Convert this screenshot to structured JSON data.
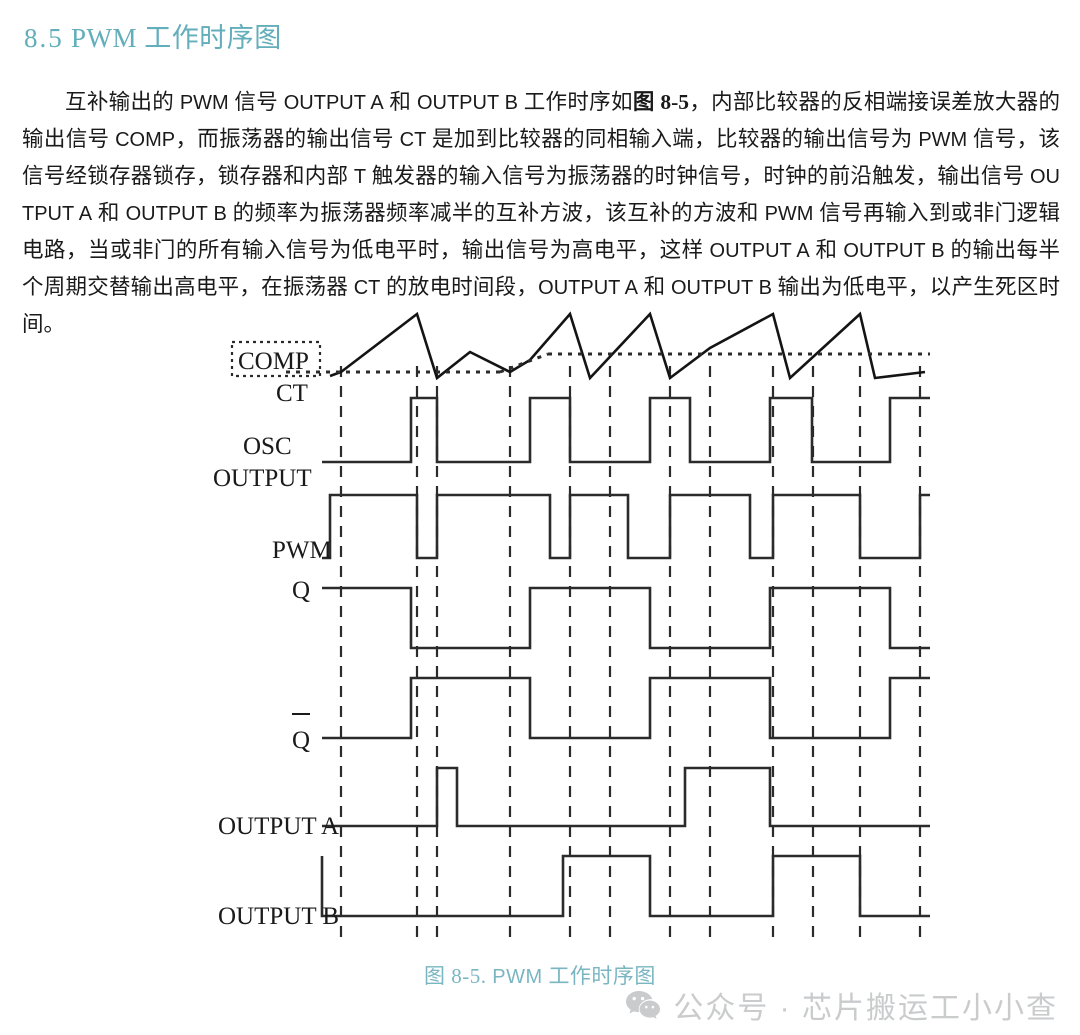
{
  "heading": {
    "number": "8.5",
    "text": "PWM 工作时序图",
    "color": "#63aebb"
  },
  "paragraph": {
    "full_text": "互补输出的 PWM 信号 OUTPUT A 和 OUTPUT B 工作时序如图 8-5，内部比较器的反相端接误差放大器的输出信号 COMP，而振荡器的输出信号 CT 是加到比较器的同相输入端，比较器的输出信号为 PWM 信号，该信号经锁存器锁存，锁存器和内部 T 触发器的输入信号为振荡器的时钟信号，时钟的前沿触发，输出信号 OUTPUT A 和 OUTPUT B 的频率为振荡器频率减半的互补方波，该互补的方波和 PWM 信号再输入到或非门逻辑电路，当或非门的所有输入信号为低电平时，输出信号为高电平，这样 OUTPUT A 和 OUTPUT B 的输出每半个周期交替输出高电平，在振荡器 CT 的放电时间段，OUTPUT A 和 OUTPUT B 输出为低电平，以产生死区时间。",
    "seg1": "互补输出的 ",
    "seg2": "PWM",
    "seg3": " 信号 ",
    "seg4": "OUTPUT A",
    "seg5": " 和 ",
    "seg6": "OUTPUT B",
    "seg7": " 工作时序如",
    "figref": "图 8-5",
    "seg8": "，内部比较器的反相端接误差放大器的输出信号 ",
    "seg9": "COMP",
    "seg10": "，而振荡器的输出信号 ",
    "seg11": "CT",
    "seg12": " 是加到比较器的同相输入端，比较器的输出信号为 ",
    "seg13": "PWM",
    "seg14": " 信号，该信号经锁存器锁存，锁存器和内部 ",
    "seg15": "T",
    "seg16": " 触发器的输入信号为振荡器的时钟信号，时钟的前沿触发，输出信号 ",
    "seg17": "OUTPUT A",
    "seg18": " 和 ",
    "seg19": "OUTPUT B",
    "seg20": " 的频率为振荡器频率减半的互补方波，该互补的方波和 ",
    "seg21": "PWM",
    "seg22": " 信号再输入到或非门逻辑电路，当或非门的所有输入信号为低电平时，输出信号为高电平，这样 ",
    "seg23": "OUTPUT A",
    "seg24": " 和 ",
    "seg25": "OUTPUT B",
    "seg26": " 的输出每半个周期交替输出高电平，在振荡器 ",
    "seg27": "CT",
    "seg28": " 的放电时间段，",
    "seg29": "OUTPUT A",
    "seg30": " 和 ",
    "seg31": "OUTPUT B",
    "seg32": " 输出为低电平，以产生死区时间。"
  },
  "figure": {
    "caption_num": "图 8-5.",
    "caption_lat": "PWM",
    "caption_text": "工作时序图",
    "caption_color": "#7ab6c2",
    "signal_labels": {
      "comp": "COMP",
      "ct": "CT",
      "osc": "OSC",
      "osc_output": "OUTPUT",
      "pwm": "PWM",
      "q": "Q",
      "qbar": "Q",
      "output_a": "OUTPUT  A",
      "output_b": "OUTPUT  B"
    }
  },
  "chart_data": {
    "type": "line",
    "title": "图 8-5. PWM 工作时序图",
    "xlabel": "",
    "ylabel": "",
    "grid": "vertical-dashed",
    "legend_position": "left-labels",
    "x_range": [
      330,
      930
    ],
    "gridlines_x": [
      341,
      417,
      437,
      510,
      570,
      610,
      670,
      710,
      773,
      813,
      860,
      920
    ],
    "traces": [
      {
        "name": "CT",
        "type": "sawtooth",
        "baseline_y": 378,
        "peak_y": 316,
        "description": "Ramp up / fast discharge sawtooth oscillator waveform",
        "points": [
          [
            330,
            378
          ],
          [
            341,
            374
          ],
          [
            417,
            316
          ],
          [
            437,
            380
          ],
          [
            510,
            374
          ],
          [
            570,
            316
          ],
          [
            590,
            380
          ],
          [
            650,
            316
          ],
          [
            670,
            380
          ],
          [
            710,
            352
          ],
          [
            773,
            316
          ],
          [
            790,
            380
          ],
          [
            860,
            316
          ],
          [
            875,
            380
          ],
          [
            930,
            372
          ]
        ]
      },
      {
        "name": "COMP",
        "type": "dotted-threshold",
        "description": "Comparator threshold level — low then steps to a higher level",
        "segments": [
          {
            "x1": 330,
            "y": 374,
            "x2": 495
          },
          {
            "x1": 495,
            "y": 374,
            "x2": 545,
            "slope_to": 358
          },
          {
            "x1": 545,
            "y": 358,
            "x2": 930
          }
        ]
      },
      {
        "name": "OSC OUTPUT",
        "type": "digital",
        "low_y": 462,
        "high_y": 398,
        "description": "Narrow clock pulses coincident with CT discharge",
        "pulses": [
          [
            411,
            437
          ],
          [
            530,
            570
          ],
          [
            650,
            690
          ],
          [
            770,
            812
          ],
          [
            890,
            930
          ]
        ]
      },
      {
        "name": "PWM",
        "type": "digital",
        "low_y": 558,
        "high_y": 495,
        "description": "Comparator output; high while CT below COMP",
        "pulses": [
          [
            330,
            437
          ],
          [
            437,
            550
          ],
          [
            570,
            628
          ],
          [
            670,
            750
          ],
          [
            773,
            860
          ],
          [
            900,
            930
          ]
        ]
      },
      {
        "name": "Q",
        "type": "digital",
        "low_y": 648,
        "high_y": 588,
        "description": "Latch / T flip-flop output, half oscillator frequency",
        "pulses": [
          [
            330,
            411
          ],
          [
            530,
            650
          ],
          [
            770,
            890
          ]
        ]
      },
      {
        "name": "Qbar",
        "type": "digital",
        "low_y": 738,
        "high_y": 678,
        "description": "Complement of Q",
        "pulses": [
          [
            411,
            530
          ],
          [
            650,
            770
          ],
          [
            890,
            930
          ]
        ]
      },
      {
        "name": "OUTPUT A",
        "type": "digital",
        "low_y": 826,
        "high_y": 768,
        "description": "NOR of PWM, Q-bar and oscillator pulse — high only during dead-time-free half cycles",
        "pulses": [
          [
            437,
            457
          ],
          [
            685,
            770
          ]
        ]
      },
      {
        "name": "OUTPUT B",
        "type": "digital",
        "low_y": 916,
        "high_y": 855,
        "description": "NOR of PWM, Q and oscillator pulse — alternates with OUTPUT A",
        "pulses": [
          [
            330,
            341
          ],
          [
            563,
            650
          ],
          [
            773,
            860
          ]
        ]
      }
    ]
  },
  "watermark": {
    "icon": "wechat-icon",
    "text": "公众号 · 芯片搬运工小小查",
    "color": "#c9cbcc"
  }
}
